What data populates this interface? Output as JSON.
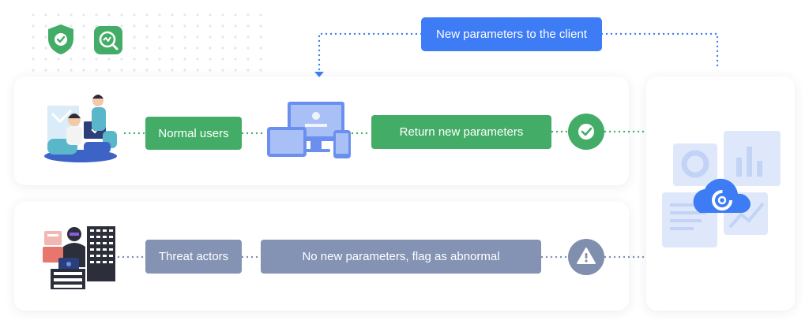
{
  "labels": {
    "new_params_client": "New parameters to the client",
    "normal_users": "Normal users",
    "return_new_params": "Return new parameters",
    "threat_actors": "Threat actors",
    "no_new_params": "No new parameters, flag as abnormal"
  },
  "icons": {
    "badge_shield": "shield-check-icon",
    "badge_chart": "chart-search-icon",
    "success": "check-circle-icon",
    "warning": "warning-icon",
    "cloud": "cloud-logo-icon"
  },
  "colors": {
    "green": "#43ad67",
    "slate": "#8493b3",
    "blue": "#3d7cf5",
    "green_dots": "#43ad67",
    "slate_dots": "#7d8cad",
    "blue_dots": "#3d7cf5"
  }
}
